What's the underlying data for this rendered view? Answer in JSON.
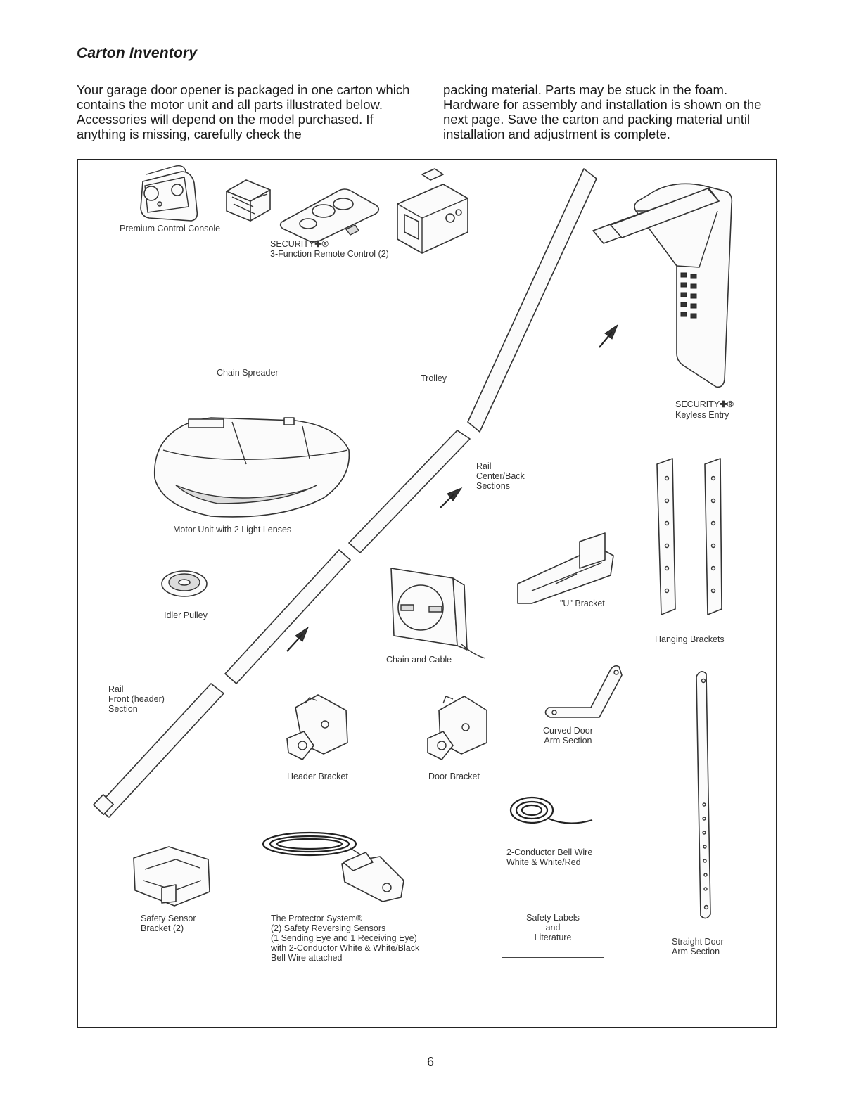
{
  "title": "Carton Inventory",
  "intro": {
    "left": "Your garage door opener is packaged in one carton which contains the motor unit and all parts illustrated below. Accessories will depend on the model purchased. If anything is missing, carefully check the",
    "right": "packing material. Parts may be stuck in the foam. Hardware for assembly and installation is shown on the next page. Save the carton and packing material until installation and adjustment is complete."
  },
  "labels": {
    "control_console": "Premium Control Console",
    "remote_brand": "SECURITY",
    "remote_desc": "3-Function Remote Control (2)",
    "chain_spreader": "Chain Spreader",
    "trolley": "Trolley",
    "keyless_brand": "SECURITY",
    "keyless_desc": "Keyless Entry",
    "motor_unit": "Motor Unit with 2 Light Lenses",
    "rail_center": "Rail\nCenter/Back\nSections",
    "idler_pulley": "Idler Pulley",
    "u_bracket": "\"U\" Bracket",
    "hanging_brackets": "Hanging Brackets",
    "chain_cable": "Chain and Cable",
    "rail_front": "Rail\nFront (header)\nSection",
    "curved_arm": "Curved Door\nArm Section",
    "header_bracket": "Header Bracket",
    "door_bracket": "Door Bracket",
    "bell_wire": "2-Conductor Bell Wire\nWhite & White/Red",
    "safety_sensor_bracket": "Safety Sensor\nBracket (2)",
    "protector_system": "The Protector System®\n(2) Safety Reversing Sensors\n(1 Sending Eye and 1 Receiving Eye)\nwith 2-Conductor White & White/Black\nBell Wire attached",
    "safety_labels": "Safety Labels\nand\nLiterature",
    "straight_arm": "Straight Door\nArm Section"
  },
  "brand_symbol": "✚®",
  "page_number": "6"
}
